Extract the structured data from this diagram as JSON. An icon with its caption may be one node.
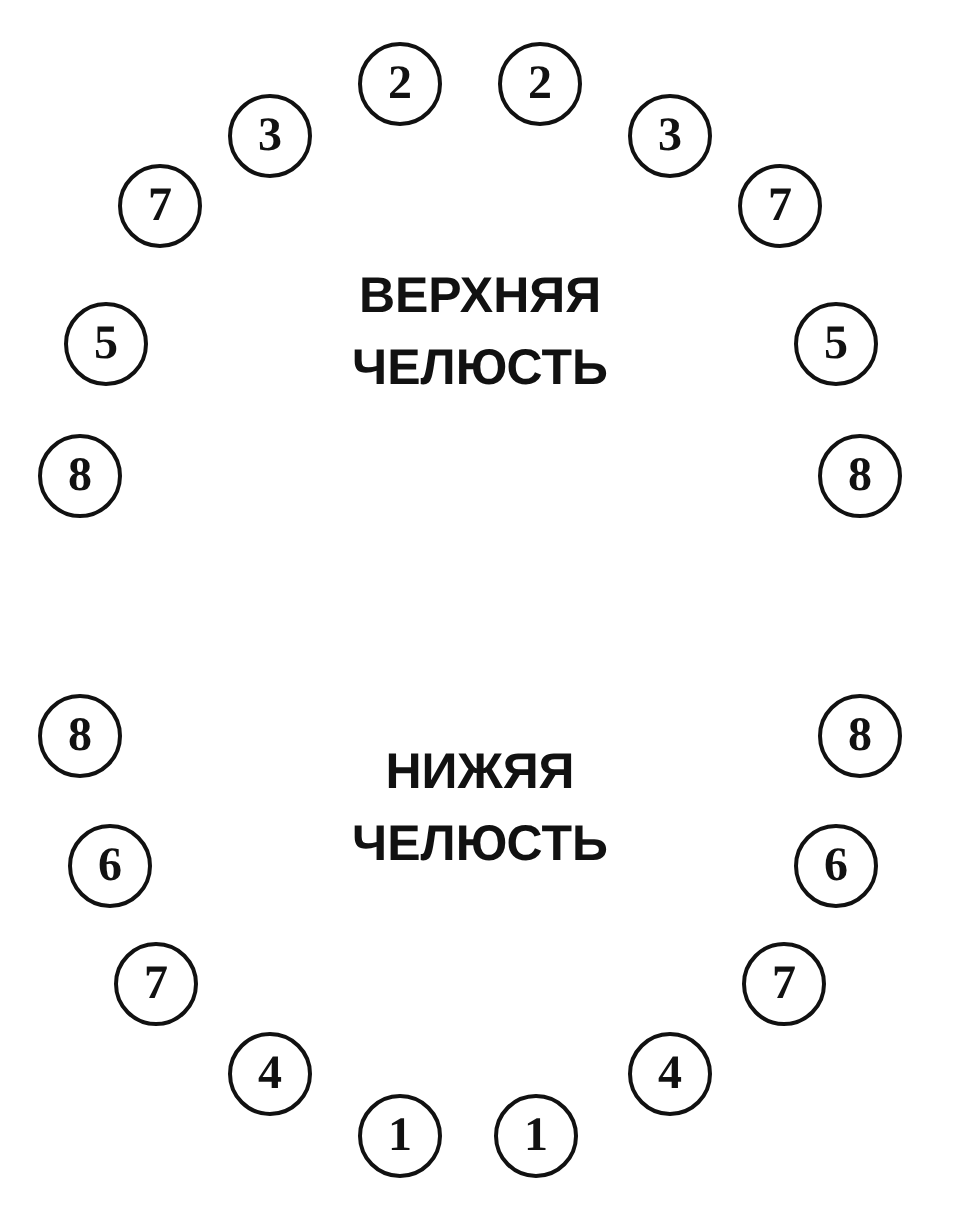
{
  "diagram": {
    "nodes": [
      {
        "text": [
          "8"
        ]
      },
      {
        "text": [
          "5"
        ]
      },
      {
        "text": [
          "7"
        ]
      },
      {
        "text": [
          "3"
        ]
      },
      {
        "text": [
          "2"
        ]
      },
      {
        "text": [
          "2"
        ]
      },
      {
        "text": [
          "3"
        ]
      },
      {
        "text": [
          "7"
        ]
      },
      {
        "text": [
          "5"
        ]
      },
      {
        "text": [
          "8"
        ]
      },
      {
        "text": [
          "8"
        ]
      },
      {
        "text": [
          "6"
        ]
      },
      {
        "text": [
          "7"
        ]
      },
      {
        "text": [
          "4"
        ]
      },
      {
        "text": [
          "1"
        ]
      },
      {
        "text": [
          "1"
        ]
      },
      {
        "text": [
          "4"
        ]
      },
      {
        "text": [
          "7"
        ]
      },
      {
        "text": [
          "6"
        ]
      },
      {
        "text": [
          "8"
        ]
      }
    ],
    "labels": [
      "ВЕРХНЯЯ ЧЕЛЮСТЬ",
      "НИЖЯЯ ЧЕЛЮСТЬ"
    ]
  }
}
